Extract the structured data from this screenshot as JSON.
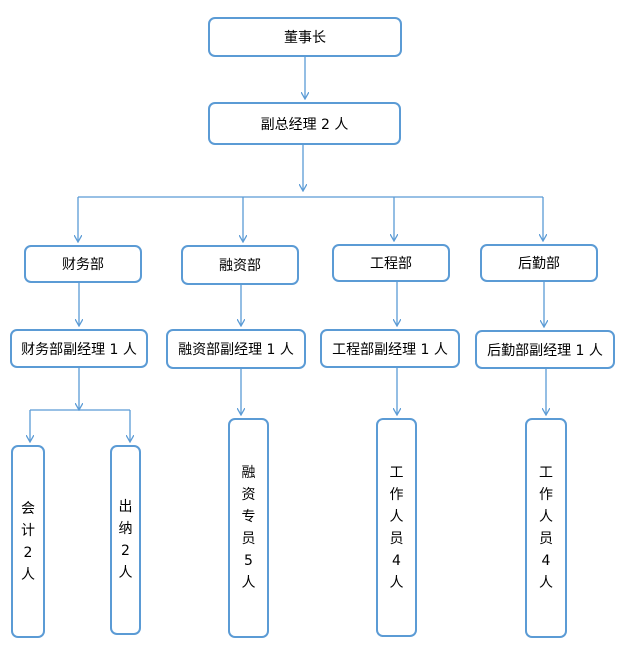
{
  "diagram": {
    "line_color": "#5b9bd5",
    "border_color": "#5b9bd5",
    "chairman": "董事长",
    "deputy_gm": "副总经理 2 人",
    "departments": [
      {
        "name": "财务部",
        "manager": "财务部副经理 1 人",
        "staff": [
          "会计2人",
          "出纳2人"
        ]
      },
      {
        "name": "融资部",
        "manager": "融资部副经理 1 人",
        "staff": [
          "融资专员5人"
        ]
      },
      {
        "name": "工程部",
        "manager": "工程部副经理 1 人",
        "staff": [
          "工作人员4人"
        ]
      },
      {
        "name": "后勤部",
        "manager": "后勤部副经理 1 人",
        "staff": [
          "工作人员4人"
        ]
      }
    ]
  }
}
